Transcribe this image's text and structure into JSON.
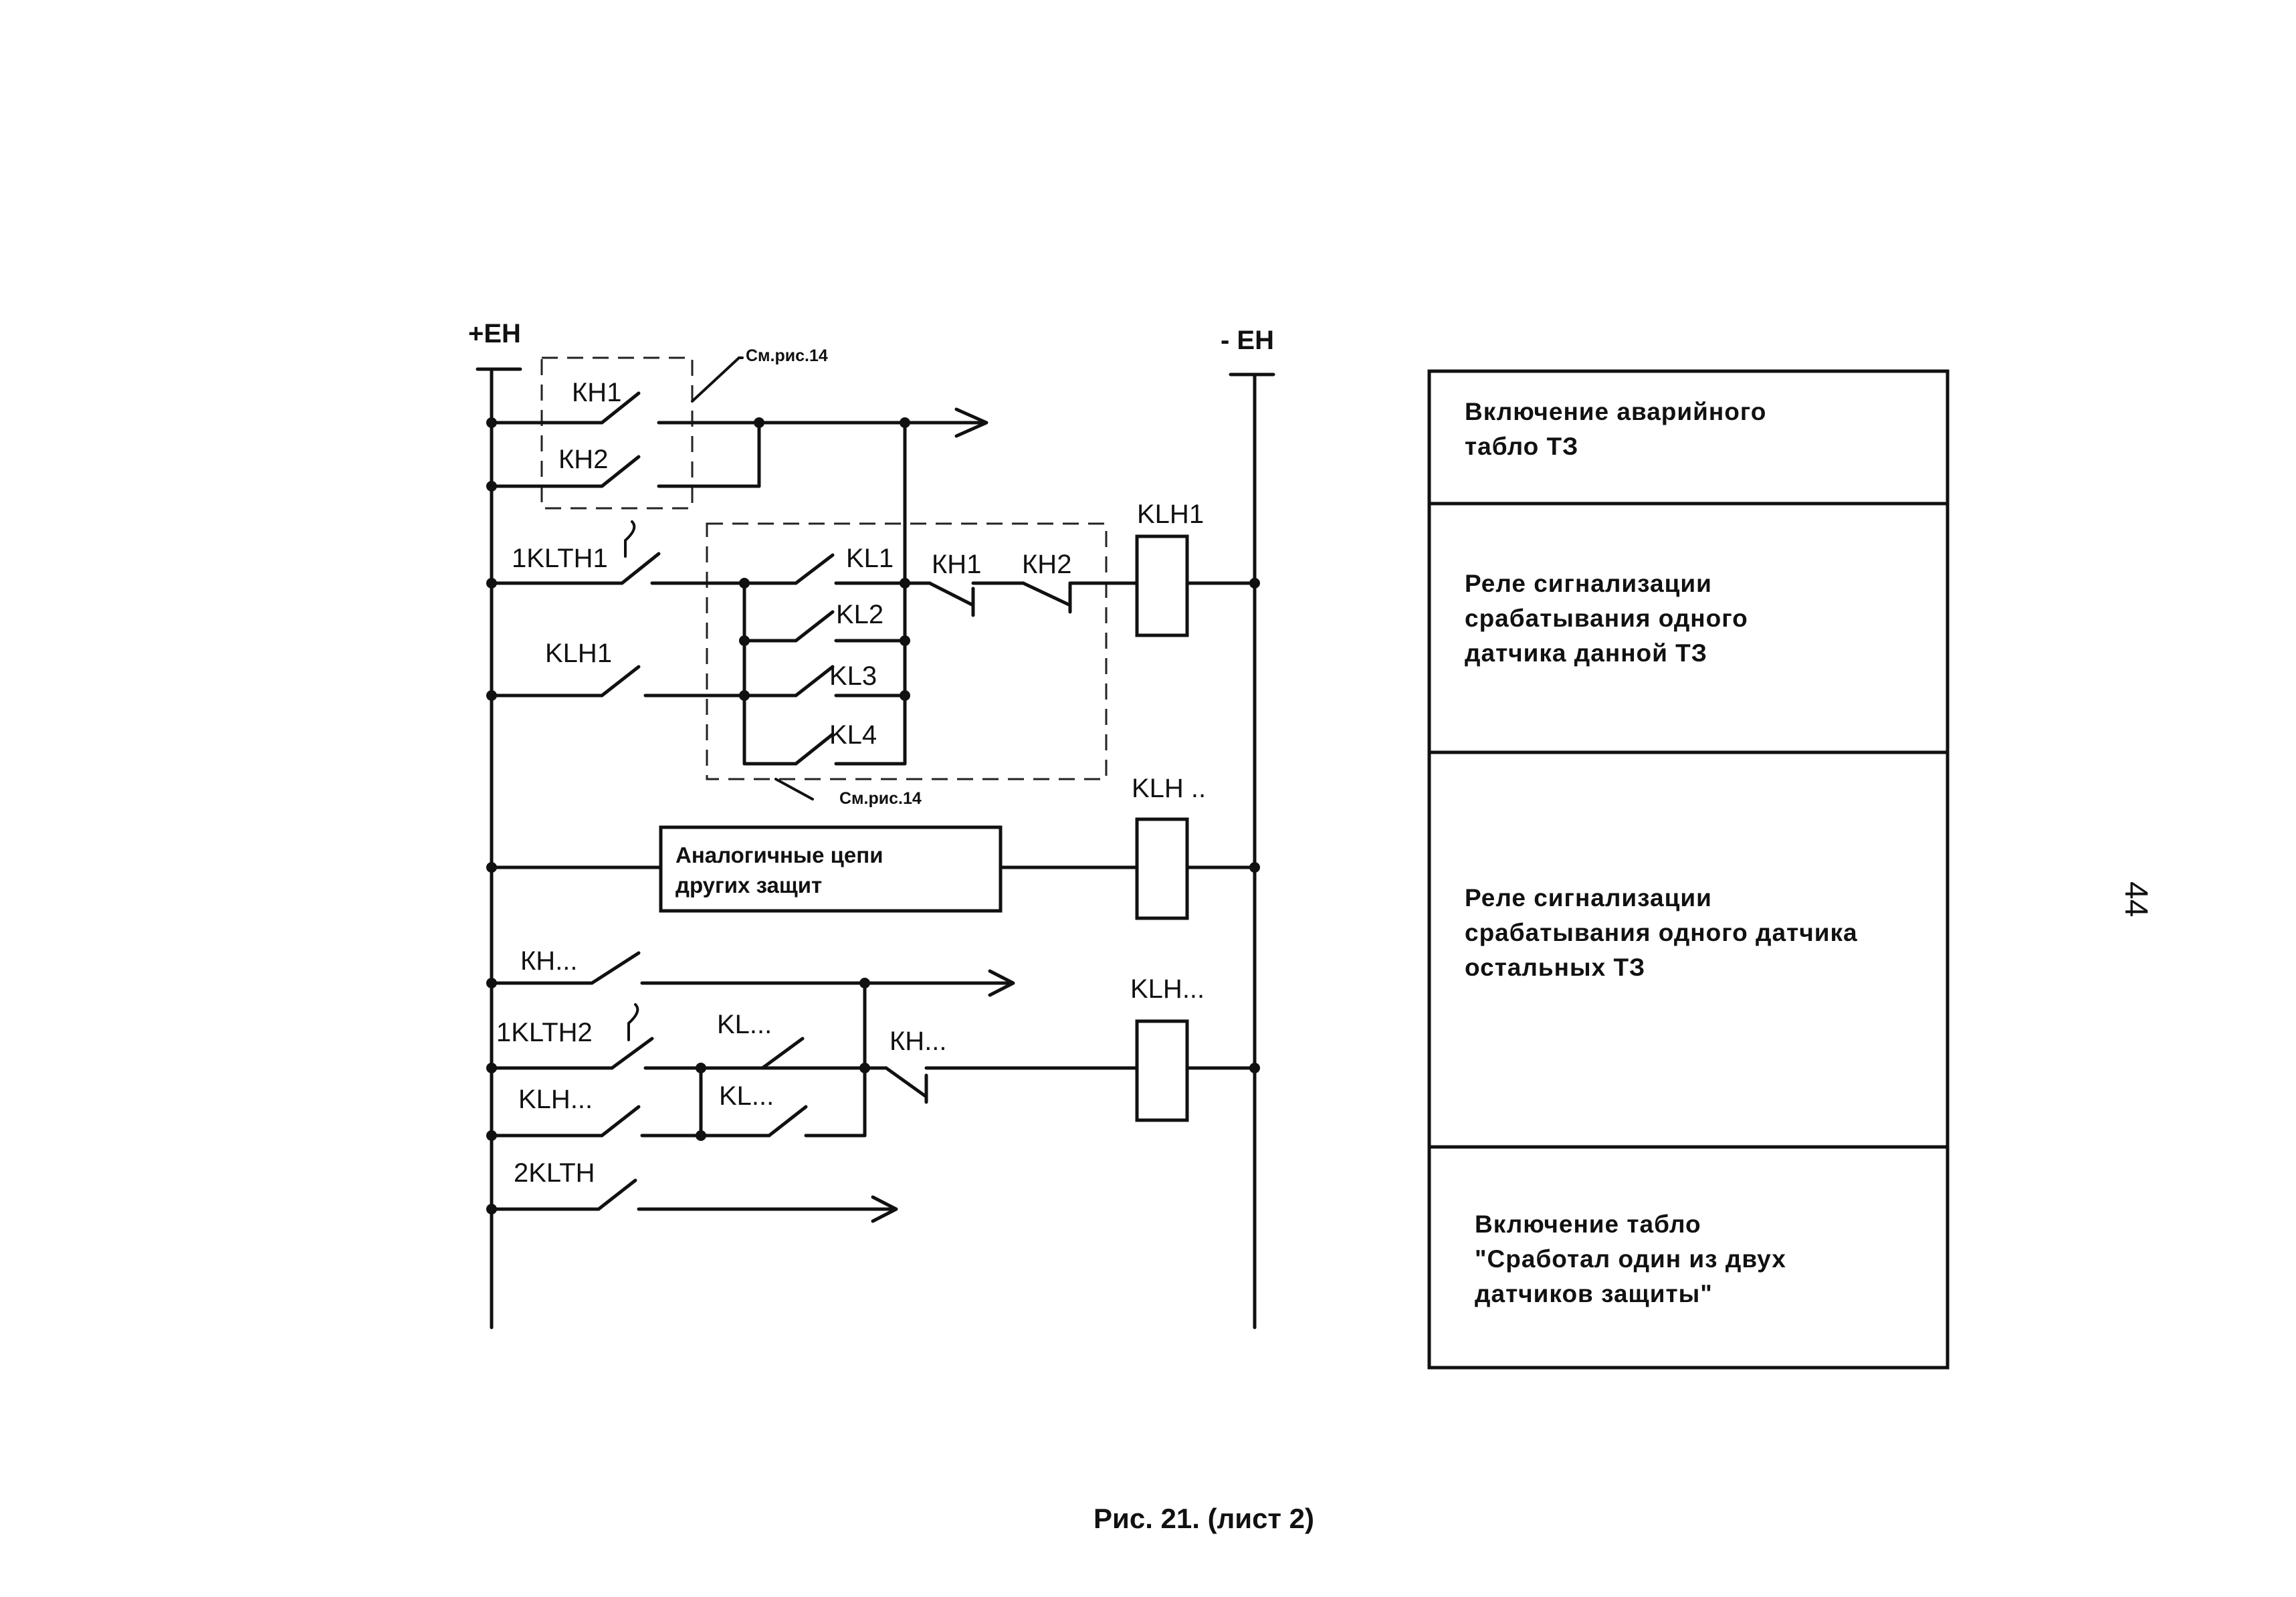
{
  "buses": {
    "plus": "+ЕН",
    "minus": "- ЕН"
  },
  "refs": {
    "top": "См.рис.14",
    "bottom": "См.рис.14"
  },
  "contacts": {
    "kh1": "КН1",
    "kh2": "КН2",
    "klth1": "1KLTH1",
    "klh1_contact": "KLH1",
    "kl1": "KL1",
    "kl2": "KL2",
    "kl3": "KL3",
    "kl4": "KL4",
    "kh1_series": "КН1",
    "kh2_series": "КН2",
    "kh_other": "КН...",
    "klth2": "1KLTH2",
    "kl_a": "KL...",
    "klh_other": "KLH...",
    "kl_b": "KL...",
    "kh_coil_contact": "КН...",
    "klth_2": "2KLTH"
  },
  "coils": {
    "klh1": "KLH1",
    "klh_dots": "KLH ..",
    "klh_other": "KLH..."
  },
  "analog_box": {
    "line1": "Аналогичные цепи",
    "line2": "других защит"
  },
  "table": [
    {
      "lines": [
        "Включение аварийного",
        "табло ТЗ"
      ]
    },
    {
      "lines": [
        "Реле сигнализации",
        "срабатывания одного",
        "датчика данной ТЗ"
      ]
    },
    {
      "lines": [
        "Реле сигнализации",
        "срабатывания одного датчика",
        "остальных ТЗ"
      ]
    },
    {
      "lines": [
        "Включение табло",
        "\"Сработал один из двух",
        "датчиков защиты\""
      ]
    }
  ],
  "caption": "Рис. 21. (лист 2)",
  "page_number": "44"
}
